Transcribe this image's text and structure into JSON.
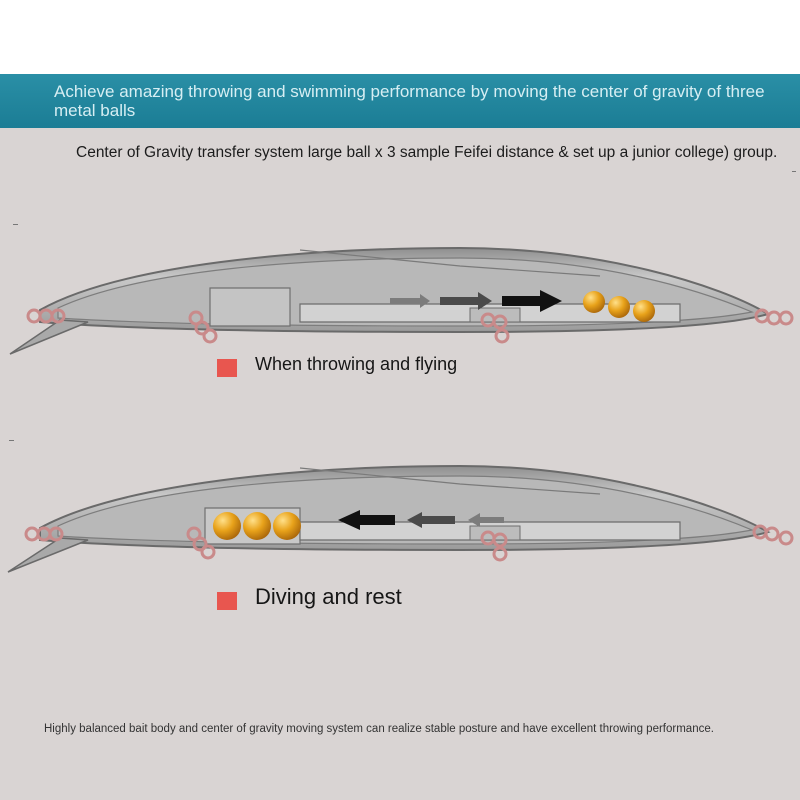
{
  "header": {
    "title": "Achieve amazing throwing and swimming performance by moving the center of gravity of three metal balls"
  },
  "subtitle": "Center of Gravity transfer system large ball x 3 sample Feifei distance & set up a junior college) group.",
  "states": [
    {
      "label": "When throwing and flying",
      "ball_position": "tail",
      "arrow_direction": "right"
    },
    {
      "label": "Diving and rest",
      "ball_position": "head",
      "arrow_direction": "left"
    }
  ],
  "footer": "Highly balanced bait body and center of gravity moving system can realize stable posture and have excellent throwing performance.",
  "colors": {
    "banner": "#1f84a0",
    "background": "#d9d4d3",
    "legend_marker": "#e8564f",
    "ball": "#e4a21c",
    "lure_body": "#bdbdbd"
  },
  "icons": [
    "split-ring-icon",
    "metal-ball-icon",
    "arrow-right-icon",
    "arrow-left-icon"
  ]
}
